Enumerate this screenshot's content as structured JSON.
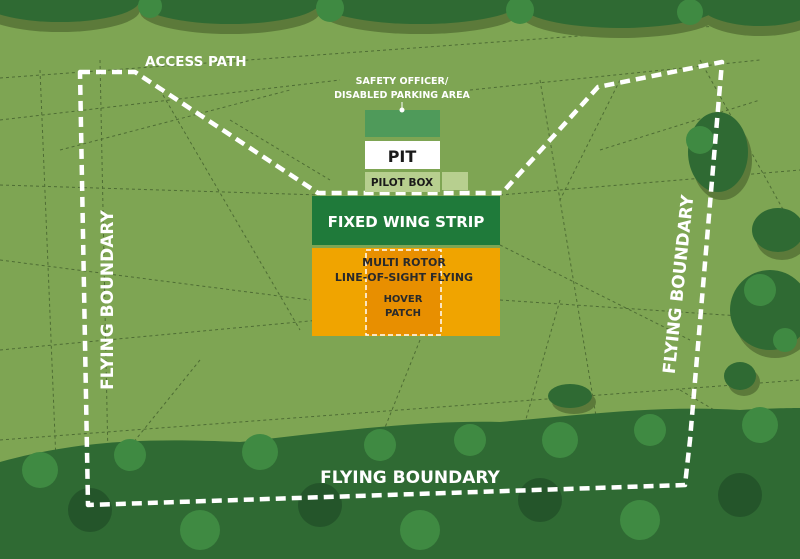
{
  "labels": {
    "access_path": "ACCESS PATH",
    "safety_officer_line1": "SAFETY OFFICER/",
    "safety_officer_line2": "DISABLED PARKING AREA",
    "pit": "PIT",
    "pilot_box": "PILOT BOX",
    "fixed_wing_strip": "FIXED WING STRIP",
    "multi_rotor_line1": "MULTI ROTOR",
    "multi_rotor_line2": "LINE-OF-SIGHT FLYING",
    "hover_line1": "HOVER",
    "hover_line2": "PATCH",
    "flying_boundary_left": "FLYING BOUNDARY",
    "flying_boundary_right": "FLYING BOUNDARY",
    "flying_boundary_bottom": "FLYING BOUNDARY"
  },
  "colors": {
    "grass": "#7ea553",
    "trees_dark": "#2f6a33",
    "trees_mid": "#3f8a42",
    "trees_shadow": "#5c7a3a",
    "fixed_wing_strip": "#1f7a3a",
    "multi_rotor_zone": "#f0a400",
    "hover_patch": "#e88f00",
    "safety_area": "#4f9a5a",
    "pit": "#ffffff",
    "pilot_box": "#b7cf8f",
    "boundary": "#ffffff",
    "label_text": "#ffffff",
    "zone_text": "#2a2a2a"
  }
}
